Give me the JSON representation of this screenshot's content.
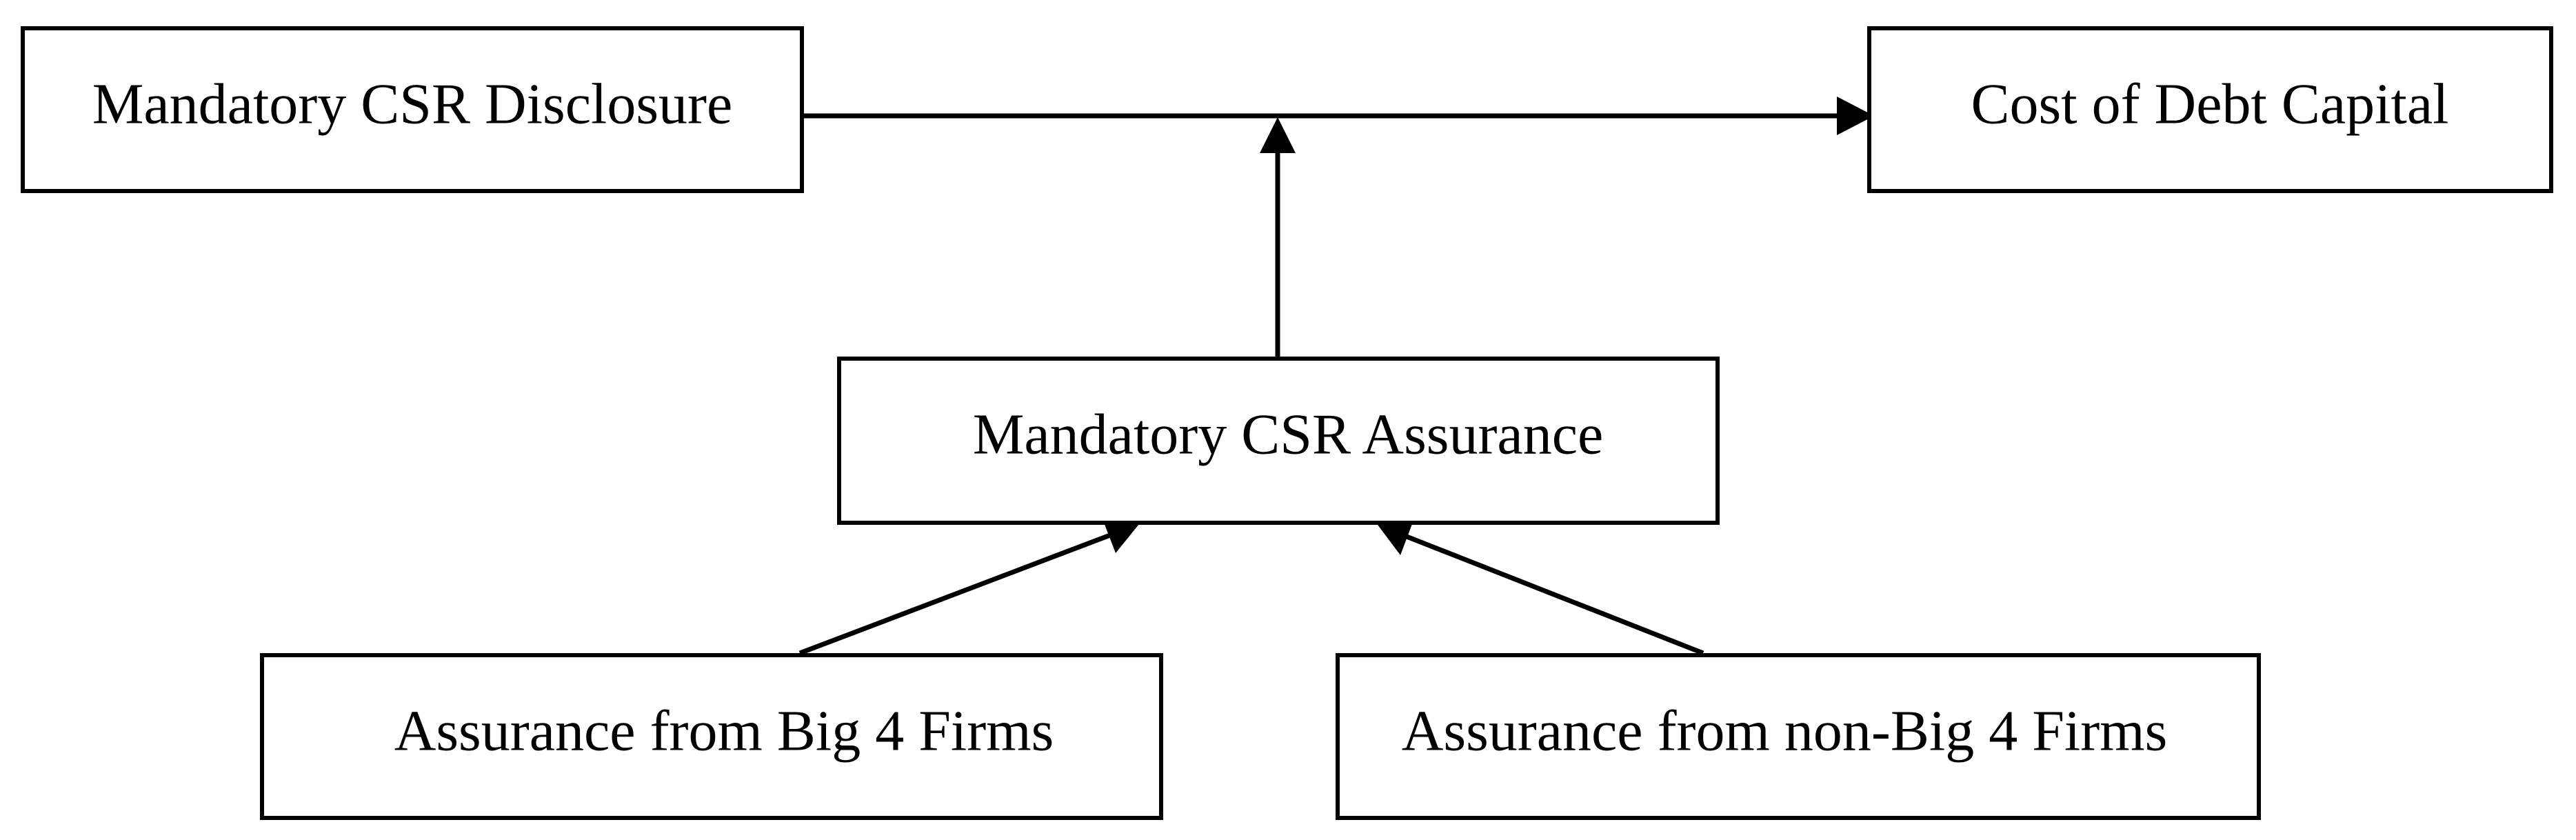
{
  "nodes": {
    "csr_disclosure": {
      "label": "Mandatory CSR Disclosure"
    },
    "cost_of_debt": {
      "label": "Cost of Debt Capital"
    },
    "csr_assurance": {
      "label": "Mandatory CSR Assurance"
    },
    "big4": {
      "label": "Assurance from Big 4 Firms"
    },
    "non_big4": {
      "label": "Assurance from non-Big 4 Firms"
    }
  },
  "edges": [
    {
      "from": "csr_disclosure",
      "to": "cost_of_debt"
    },
    {
      "from": "csr_assurance",
      "to": "csr_disclosure-cost_of_debt link"
    },
    {
      "from": "big4",
      "to": "csr_assurance"
    },
    {
      "from": "non_big4",
      "to": "csr_assurance"
    }
  ],
  "colors": {
    "stroke": "#000000",
    "background": "#ffffff"
  }
}
